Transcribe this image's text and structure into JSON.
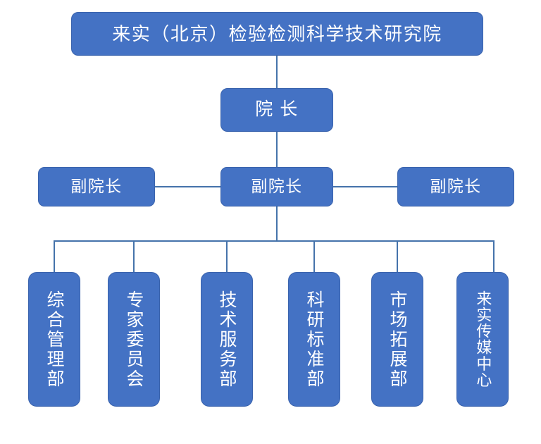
{
  "chart": {
    "title": "来实（北京）检验检测科学技术研究院",
    "type": "organization-chart",
    "colors": {
      "node_fill": "#4472C4",
      "node_border": "#3A63AD",
      "node_text": "#FFFFFF",
      "connector": "#4573AB",
      "background": "#FFFFFF"
    }
  },
  "levels": {
    "root": {
      "label": "来实（北京）检验检测科学技术研究院"
    },
    "director": {
      "label": "院 长"
    },
    "vice_directors": [
      {
        "label": "副院长",
        "position": "left"
      },
      {
        "label": "副院长",
        "position": "center"
      },
      {
        "label": "副院长",
        "position": "right"
      }
    ],
    "departments": [
      {
        "label": "综合管理部"
      },
      {
        "label": "专家委员会"
      },
      {
        "label": "技术服务部"
      },
      {
        "label": "科研标准部"
      },
      {
        "label": "市场拓展部"
      },
      {
        "label": "来实传媒中心"
      }
    ]
  }
}
